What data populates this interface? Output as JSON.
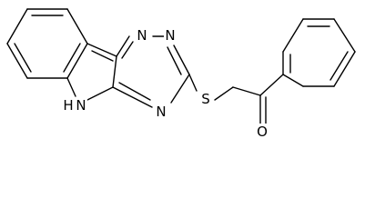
{
  "molecule": {
    "atoms": {
      "n1": "N",
      "n2": "N",
      "n3": "N",
      "s": "S",
      "o": "O",
      "nh": "N",
      "h": "H"
    }
  }
}
